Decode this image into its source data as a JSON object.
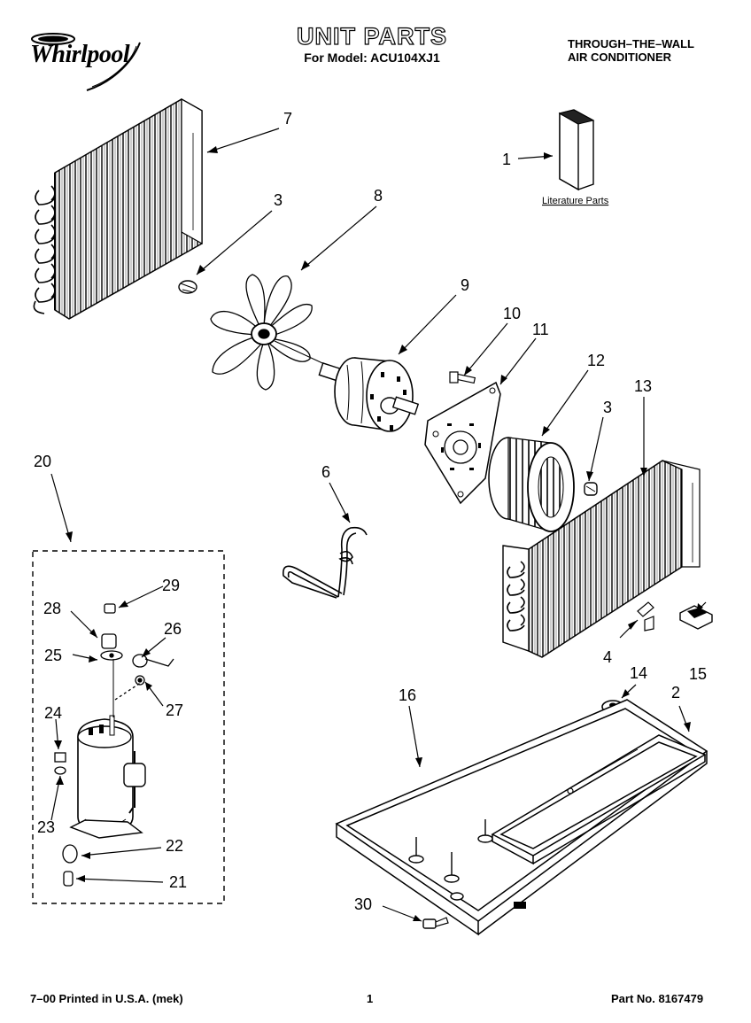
{
  "header": {
    "brand": "Whirlpool",
    "title": "UNIT PARTS",
    "model_line": "For Model: ACU104XJ1",
    "product_line1": "THROUGH–THE–WALL",
    "product_line2": "AIR CONDITIONER"
  },
  "literature_label": "Literature Parts",
  "callouts": {
    "c1": "1",
    "c2": "2",
    "c3a": "3",
    "c3b": "3",
    "c4": "4",
    "c6": "6",
    "c7": "7",
    "c8": "8",
    "c9": "9",
    "c10": "10",
    "c11": "11",
    "c12": "12",
    "c13": "13",
    "c14": "14",
    "c15": "15",
    "c16": "16",
    "c20": "20",
    "c21": "21",
    "c22": "22",
    "c23": "23",
    "c24": "24",
    "c25": "25",
    "c26": "26",
    "c27": "27",
    "c28": "28",
    "c29": "29",
    "c30": "30"
  },
  "footer": {
    "print_info": "7–00 Printed in U.S.A. (mek)",
    "page_number": "1",
    "part_number": "Part No. 8167479"
  },
  "icons": {
    "brand_logo": "whirlpool-swirl-icon"
  }
}
